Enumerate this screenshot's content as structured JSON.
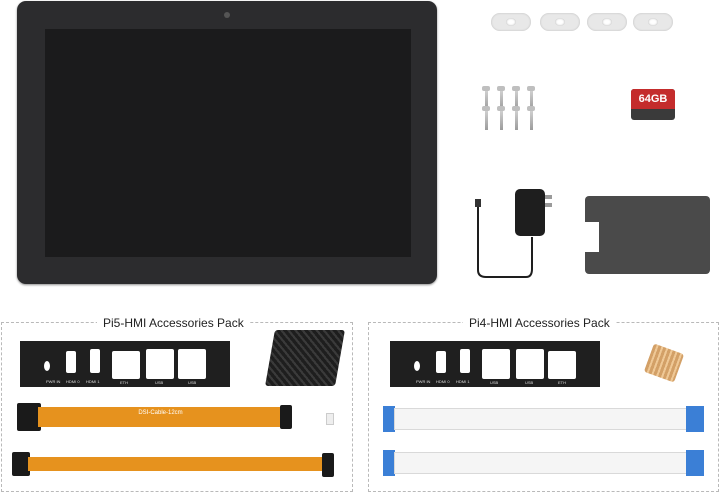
{
  "sd_card": {
    "capacity_label": "64GB"
  },
  "packs": {
    "pi5": {
      "title": "Pi5-HMI Accessories Pack",
      "bracket_ports": [
        "PWR IN",
        "HDMI 0",
        "HDMI 1",
        "ETH",
        "USB",
        "USB"
      ],
      "cable_label": "DSI-Cable-12cm"
    },
    "pi4": {
      "title": "Pi4-HMI Accessories Pack",
      "bracket_ports": [
        "PWR IN",
        "HDMI 0",
        "HDMI 1",
        "USB",
        "USB",
        "ETH"
      ]
    }
  }
}
